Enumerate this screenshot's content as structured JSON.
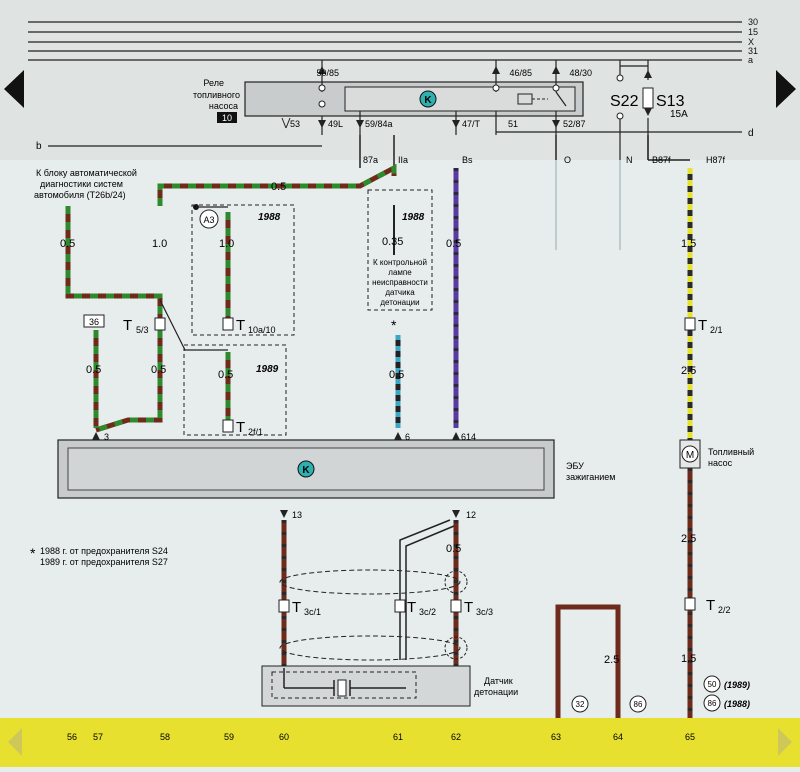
{
  "bus_lines": [
    "30",
    "15",
    "X",
    "31",
    "a"
  ],
  "relay": {
    "label": "Реле топливного насоса",
    "number": "10"
  },
  "k_symbol": "K",
  "fuse": {
    "s22": "S22",
    "s13": "S13",
    "rating": "15A"
  },
  "terminals": {
    "t5085": "50/85",
    "t4685": "46/85",
    "t4830": "48/30",
    "t53": "53",
    "t49l": "49L",
    "t5984a": "59/84a",
    "t47t": "47/T",
    "t51": "51",
    "t5287": "52/87",
    "t87a": "87a",
    "tIIa": "IIa",
    "tBs": "Bs",
    "tO": "O",
    "tN": "N",
    "tB87f": "B87f",
    "tH87f": "H87f"
  },
  "side_letters": {
    "b": "b",
    "d": "d"
  },
  "diag_label": [
    "К блоку автоматической",
    "диагностики систем",
    "автомобиля (T26b/24)"
  ],
  "lamp_label": [
    "К контрольной",
    "лампе",
    "неисправности",
    "датчика",
    "детонации"
  ],
  "years": {
    "y1988a": "1988",
    "y1988b": "1988",
    "y1989": "1989",
    "y1989n": "(1989)",
    "y1988n": "(1988)"
  },
  "a3": "A3",
  "box36": "36",
  "wire_sizes": {
    "w05top": "0.5",
    "w05diag": "0.5",
    "w10a": "1.0",
    "w10b": "1.0",
    "w035": "0.35",
    "w05bs": "0.5",
    "w15": "1.5",
    "w05l1": "0.5",
    "w05l2": "0.5",
    "w05c": "0.5",
    "w05s": "0.5",
    "w25a": "2.5",
    "w05ko": "0.5",
    "w25b": "2.5",
    "w25c": "2.5",
    "w15b": "1.5"
  },
  "connectors": {
    "t53": {
      "main": "T",
      "sub": "5/3"
    },
    "t10a": {
      "main": "T",
      "sub": "10a/10"
    },
    "t2f": {
      "main": "T",
      "sub": "2f/1"
    },
    "t21": {
      "main": "T",
      "sub": "2/1"
    },
    "t22": {
      "main": "T",
      "sub": "2/2"
    },
    "t3c1": {
      "main": "T",
      "sub": "3c/1"
    },
    "t3c2": {
      "main": "T",
      "sub": "3c/2"
    },
    "t3c3": {
      "main": "T",
      "sub": "3c/3"
    }
  },
  "ecu": {
    "label": "ЭБУ зажиганием",
    "pin3": "3",
    "pin6": "6",
    "pin614": "614",
    "pin13": "13",
    "pin12": "12"
  },
  "pump": {
    "label": [
      "Топливный",
      "насос"
    ],
    "symbol": "M"
  },
  "sensor_label": [
    "Датчик",
    "детонации"
  ],
  "star": "*",
  "footnote": [
    "1988 г. от предохранителя S24",
    "1989 г. от предохранителя S27"
  ],
  "circles": {
    "c32": "32",
    "c86": "86",
    "c50": "50",
    "c86b": "86"
  },
  "bottom_numbers": [
    "56",
    "57",
    "58",
    "59",
    "60",
    "61",
    "62",
    "63",
    "64",
    "65"
  ]
}
